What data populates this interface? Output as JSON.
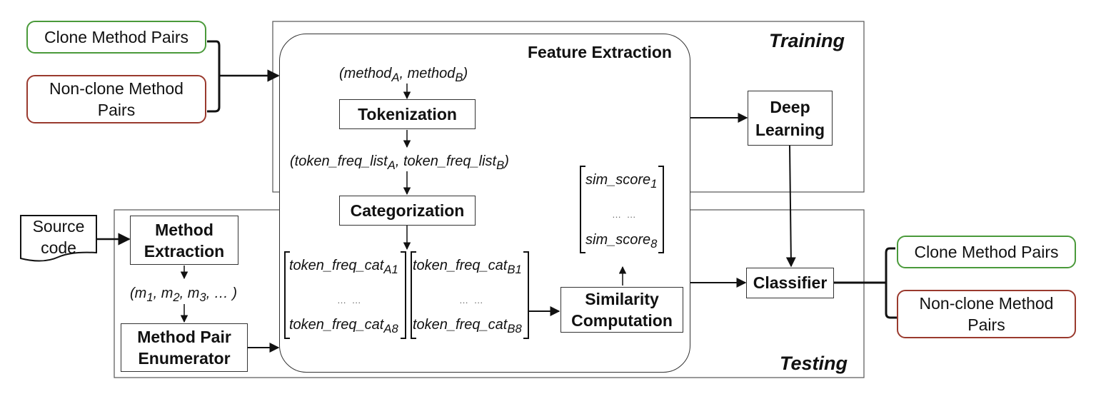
{
  "inputs": {
    "clone_pairs": "Clone Method Pairs",
    "nonclone_pairs_line1": "Non-clone Method",
    "nonclone_pairs_line2": "Pairs"
  },
  "outputs": {
    "clone_pairs": "Clone Method Pairs",
    "nonclone_pairs_line1": "Non-clone Method",
    "nonclone_pairs_line2": "Pairs"
  },
  "sections": {
    "training": "Training",
    "testing": "Testing",
    "feature_extraction": "Feature Extraction"
  },
  "feature_extraction": {
    "method_pair": {
      "open": "(method",
      "sub_a": "A",
      "comma": ", method",
      "sub_b": "B",
      "close": ")"
    },
    "tokenization": "Tokenization",
    "token_lists": {
      "open": "(token_freq_list",
      "sub_a": "A",
      "comma": ", token_freq_list",
      "sub_b": "B",
      "close": ")"
    },
    "categorization": "Categorization",
    "matrix_a": {
      "top": "token_freq_cat",
      "top_sub": "A1",
      "dots": "… …",
      "bottom": "token_freq_cat",
      "bottom_sub": "A8"
    },
    "matrix_b": {
      "top": "token_freq_cat",
      "top_sub": "B1",
      "dots": "… …",
      "bottom": "token_freq_cat",
      "bottom_sub": "B8"
    },
    "similarity_line1": "Similarity",
    "similarity_line2": "Computation",
    "sim_vector": {
      "top": "sim_score",
      "top_sub": "1",
      "dots": "… …",
      "bottom": "sim_score",
      "bottom_sub": "8"
    }
  },
  "testing": {
    "source_line1": "Source",
    "source_line2": "code",
    "method_extraction_line1": "Method",
    "method_extraction_line2": "Extraction",
    "methods": {
      "open": "(m",
      "s1": "1",
      "c1": ", m",
      "s2": "2",
      "c2": ", m",
      "s3": "3",
      "close": ", … )"
    },
    "enumerator_line1": "Method Pair",
    "enumerator_line2": "Enumerator"
  },
  "deep_learning_line1": "Deep",
  "deep_learning_line2": "Learning",
  "classifier": "Classifier"
}
